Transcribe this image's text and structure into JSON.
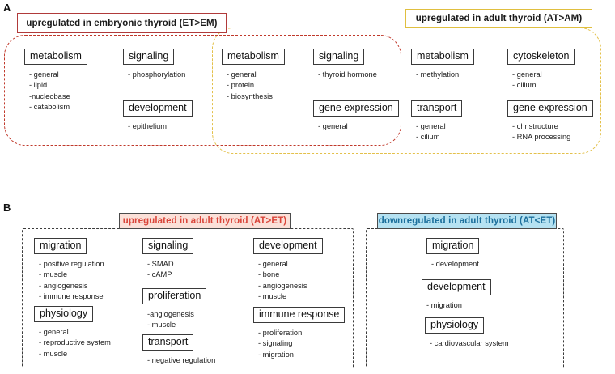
{
  "panels": [
    {
      "letter": "A",
      "headers": [
        {
          "id": "et-em",
          "label": "upregulated in embryonic thyroid (ET>EM)",
          "style": "red-chip",
          "color": "#b03a3a"
        },
        {
          "id": "at-am",
          "label": "upregulated in adult thyroid (AT>AM)",
          "style": "yellow-chip",
          "color": "#e0bf3f"
        }
      ],
      "regions": [
        {
          "id": "region-et-em",
          "style": "red",
          "color": "#c0392b"
        },
        {
          "id": "region-at-am",
          "style": "yellow",
          "color": "#e3c04a"
        }
      ],
      "groups": [
        {
          "id": "a-c1-metabolism",
          "title": "metabolism",
          "items": [
            "- general",
            "- lipid",
            "-nucleobase",
            "- catabolism"
          ]
        },
        {
          "id": "a-c2-signaling",
          "title": "signaling",
          "items": [
            "- phosphorylation"
          ]
        },
        {
          "id": "a-c2-development",
          "title": "development",
          "items": [
            "- epithelium"
          ]
        },
        {
          "id": "a-c3-metabolism",
          "title": "metabolism",
          "items": [
            "- general",
            "- protein",
            "- biosynthesis"
          ]
        },
        {
          "id": "a-c4-signaling",
          "title": "signaling",
          "items": [
            "- thyroid hormone"
          ]
        },
        {
          "id": "a-c4-gene-expression",
          "title": "gene expression",
          "items": [
            "- general"
          ]
        },
        {
          "id": "a-c5-metabolism",
          "title": "metabolism",
          "items": [
            "- methylation"
          ]
        },
        {
          "id": "a-c5-transport",
          "title": "transport",
          "items": [
            "- general",
            "- cilium"
          ]
        },
        {
          "id": "a-c6-cytoskeleton",
          "title": "cytoskeleton",
          "items": [
            "- general",
            "- cilium"
          ]
        },
        {
          "id": "a-c6-gene-expression",
          "title": "gene expression",
          "items": [
            "- chr.structure",
            "- RNA processing"
          ]
        }
      ]
    },
    {
      "letter": "B",
      "headers": [
        {
          "id": "at-et-up",
          "label": "upregulated in adult thyroid (AT>ET)",
          "style": "pink-chip",
          "color": "#d9453a"
        },
        {
          "id": "at-et-down",
          "label": "downregulated in adult thyroid (AT<ET)",
          "style": "blue-chip",
          "color": "#1c6f9c"
        }
      ],
      "regions": [
        {
          "id": "region-at-et-up",
          "style": "black",
          "color": "#3b3b3b"
        },
        {
          "id": "region-at-et-down",
          "style": "black",
          "color": "#3b3b3b"
        }
      ],
      "groups": [
        {
          "id": "b-c1-migration",
          "title": "migration",
          "items": [
            "- positive regulation",
            "- muscle",
            "- angiogenesis",
            "- immune response"
          ]
        },
        {
          "id": "b-c1-physiology",
          "title": "physiology",
          "items": [
            "- general",
            "- reproductive system",
            "- muscle"
          ]
        },
        {
          "id": "b-c2-signaling",
          "title": "signaling",
          "items": [
            "- SMAD",
            "- cAMP"
          ]
        },
        {
          "id": "b-c2-proliferation",
          "title": "proliferation",
          "items": [
            "-angiogenesis",
            "- muscle"
          ]
        },
        {
          "id": "b-c2-transport",
          "title": "transport",
          "items": [
            "- negative regulation"
          ]
        },
        {
          "id": "b-c3-development",
          "title": "development",
          "items": [
            "- general",
            "- bone",
            "- angiogenesis",
            "- muscle"
          ]
        },
        {
          "id": "b-c3-immune-response",
          "title": "immune response",
          "items": [
            "- proliferation",
            "- signaling",
            "- migration"
          ]
        },
        {
          "id": "b-c4-migration",
          "title": "migration",
          "items": [
            "- development"
          ]
        },
        {
          "id": "b-c4-development",
          "title": "development",
          "items": [
            "- migration"
          ]
        },
        {
          "id": "b-c4-physiology",
          "title": "physiology",
          "items": [
            "- cardiovascular system"
          ]
        }
      ]
    }
  ]
}
